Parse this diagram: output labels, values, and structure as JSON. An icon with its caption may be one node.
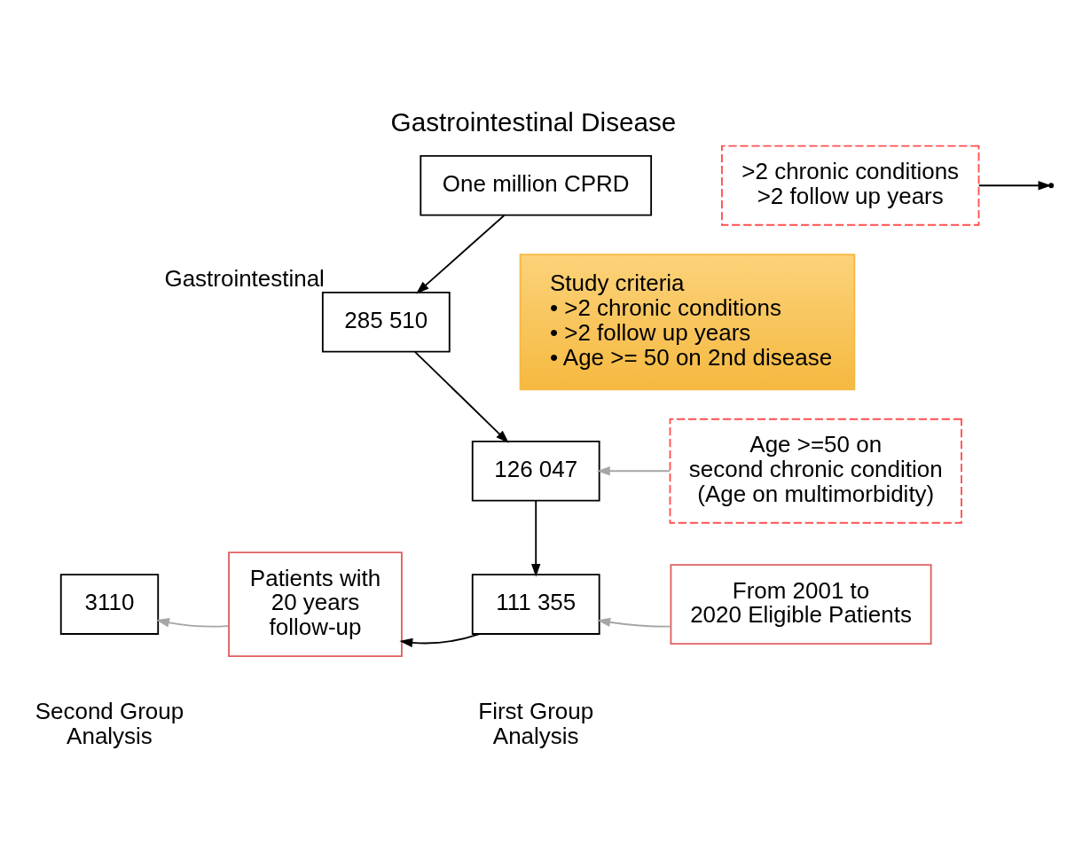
{
  "diagram": {
    "title": "Gastrointestinal Disease",
    "nodes": [
      {
        "text": [
          "One million CPRD"
        ]
      },
      {
        "text": [
          "285 510"
        ],
        "beside": [
          "Gastrointestinal"
        ]
      },
      {
        "text": [
          "126 047"
        ]
      },
      {
        "text": [
          "111 355"
        ],
        "beside": [
          "First Group Analysis"
        ]
      },
      {
        "text": [
          "3110"
        ],
        "beside": [
          "Second Group Analysis"
        ]
      },
      {
        "text": [
          ">2 chronic conditions",
          ">2 follow up years"
        ]
      },
      {
        "text": [
          "Age >=50 on second chronic condition (Age on multimorbidity)"
        ]
      },
      {
        "text": [
          "From 2001 to 2020 Eligible Patients"
        ]
      },
      {
        "text": [
          "Patients with 20 years follow-up"
        ]
      },
      {
        "text": [
          "Study criteria",
          "• >2 chronic conditions",
          "• >2 follow up years",
          "• Age >= 50 on 2nd disease"
        ]
      }
    ],
    "edges": [
      {
        "from": 0,
        "to": 1,
        "arrow": "to"
      },
      {
        "from": 5,
        "to": null,
        "arrow": "to"
      },
      {
        "from": 1,
        "to": 2,
        "arrow": "to"
      },
      {
        "from": 6,
        "to": 2,
        "arrow": "to",
        "color": "#a6a6a6"
      },
      {
        "from": 2,
        "to": 3,
        "arrow": "to"
      },
      {
        "from": 7,
        "to": 3,
        "arrow": "to",
        "color": "#a6a6a6"
      },
      {
        "from": 3,
        "to": 8,
        "arrow": "to"
      },
      {
        "from": 8,
        "to": 4,
        "arrow": "to",
        "color": "#a6a6a6"
      }
    ]
  }
}
